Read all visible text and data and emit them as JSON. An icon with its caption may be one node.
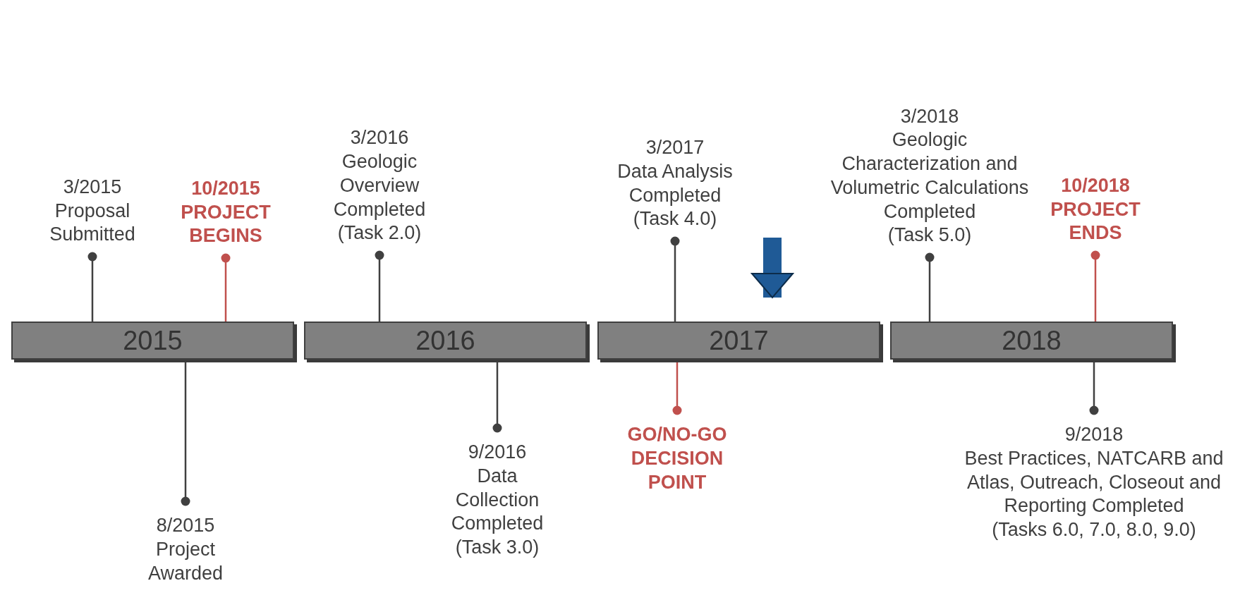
{
  "diagram": {
    "nodes": [
      {
        "text": [
          "2015"
        ]
      },
      {
        "text": [
          "2016"
        ]
      },
      {
        "text": [
          "2017"
        ]
      },
      {
        "text": [
          "2018"
        ]
      },
      {
        "text": [
          "3/2015",
          "Proposal Submitted"
        ]
      },
      {
        "text": [
          "10/2015",
          "PROJECT BEGINS"
        ]
      },
      {
        "text": [
          "8/2015",
          "Project Awarded"
        ]
      },
      {
        "text": [
          "3/2016",
          "Geologic Overview Completed",
          "(Task 2.0)"
        ]
      },
      {
        "text": [
          "9/2016",
          "Data Collection Completed",
          "(Task 3.0)"
        ]
      },
      {
        "text": [
          "3/2017",
          "Data Analysis Completed",
          "(Task 4.0)"
        ]
      },
      {
        "text": [
          "GO/NO-GO DECISION POINT"
        ]
      },
      {
        "text": [
          "3/2018",
          "Geologic Characterization and Volumetric Calculations Completed",
          "(Task 5.0)"
        ]
      },
      {
        "text": [
          "10/2018",
          "PROJECT ENDS"
        ]
      },
      {
        "text": [
          "9/2018",
          "Best Practices, NATCARB and Atlas, Outreach, Closeout and Reporting Completed",
          "(Tasks 6.0, 7.0, 8.0, 9.0)"
        ]
      }
    ],
    "edges": [
      {
        "from": 4,
        "to": 0,
        "arrow": "other"
      },
      {
        "from": 5,
        "to": 0,
        "arrow": "other",
        "color": "#c0504d"
      },
      {
        "from": 6,
        "to": 0,
        "arrow": "other"
      },
      {
        "from": 7,
        "to": 1,
        "arrow": "other"
      },
      {
        "from": 8,
        "to": 1,
        "arrow": "other"
      },
      {
        "from": 9,
        "to": 2,
        "arrow": "other"
      },
      {
        "from": 10,
        "to": 2,
        "arrow": "other",
        "color": "#c0504d"
      },
      {
        "from": 11,
        "to": 3,
        "arrow": "other"
      },
      {
        "from": 12,
        "to": 3,
        "arrow": "other",
        "color": "#c0504d"
      },
      {
        "from": 13,
        "to": 3,
        "arrow": "other"
      },
      {
        "from": null,
        "to": 2,
        "arrow": "to",
        "style": "thick",
        "color": "#1f5a96"
      }
    ]
  }
}
